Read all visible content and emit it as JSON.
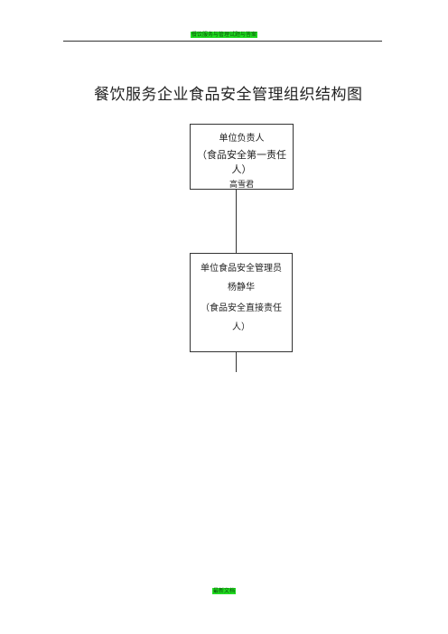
{
  "header": {
    "text": "餐饮服务与管理试题与答案"
  },
  "title": "餐饮服务企业食品安全管理组织结构图",
  "box1": {
    "line1": "单位负责人",
    "line2": "（食品安全第一责任",
    "line3": "人）",
    "line4": "高雪君"
  },
  "box2": {
    "line1": "单位食品安全管理员",
    "line2": "杨静华",
    "line3": "（食品安全直接责任",
    "line4": "人）"
  },
  "footer": {
    "text": "最新文档"
  },
  "colors": {
    "highlight": "#22dd22",
    "text": "#222222",
    "border": "#333333"
  }
}
